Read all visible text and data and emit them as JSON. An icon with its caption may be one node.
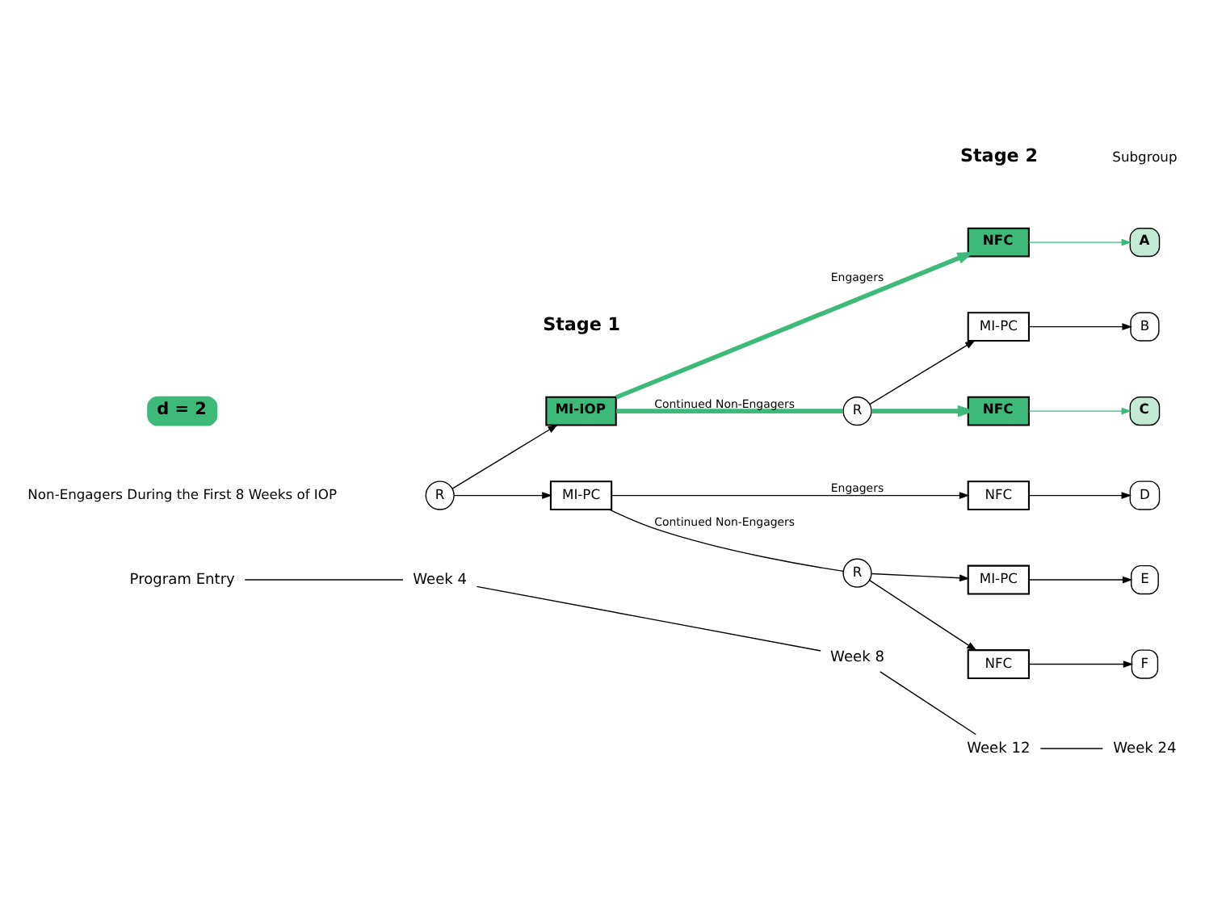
{
  "diagram": {
    "nodes": [
      {
        "text": [
          "R"
        ]
      },
      {
        "text": [
          "MI-IOP"
        ]
      },
      {
        "text": [
          "MI-PC"
        ]
      },
      {
        "text": [
          "R"
        ]
      },
      {
        "text": [
          "NFC"
        ]
      },
      {
        "text": [
          "MI-PC"
        ]
      },
      {
        "text": [
          "NFC"
        ]
      },
      {
        "text": [
          "NFC"
        ]
      },
      {
        "text": [
          "R"
        ]
      },
      {
        "text": [
          "MI-PC"
        ]
      },
      {
        "text": [
          "NFC"
        ]
      },
      {
        "text": [
          "A"
        ]
      },
      {
        "text": [
          "B"
        ]
      },
      {
        "text": [
          "C"
        ]
      },
      {
        "text": [
          "D"
        ]
      },
      {
        "text": [
          "E"
        ]
      },
      {
        "text": [
          "F"
        ]
      },
      {
        "text": [
          "Program Entry"
        ]
      },
      {
        "text": [
          "Week 4"
        ]
      },
      {
        "text": [
          "Week 8"
        ]
      },
      {
        "text": [
          "Week 12"
        ]
      },
      {
        "text": [
          "Week 24"
        ]
      }
    ],
    "edges": [
      {
        "from": 0,
        "to": 1,
        "arrow": "to"
      },
      {
        "from": 0,
        "to": 2,
        "arrow": "to"
      },
      {
        "from": 1,
        "to": 4,
        "arrow": "to",
        "label": "Engagers",
        "style": "thick",
        "color": "#3dba7a"
      },
      {
        "from": 1,
        "to": 3,
        "arrow": "none",
        "label": "Continued Non-Engagers",
        "style": "thick",
        "color": "#3dba7a"
      },
      {
        "from": 3,
        "to": 5,
        "arrow": "to"
      },
      {
        "from": 3,
        "to": 6,
        "arrow": "to",
        "style": "thick",
        "color": "#3dba7a"
      },
      {
        "from": 4,
        "to": 11,
        "arrow": "to",
        "color": "#3dba7a"
      },
      {
        "from": 5,
        "to": 12,
        "arrow": "to"
      },
      {
        "from": 6,
        "to": 13,
        "arrow": "to",
        "color": "#3dba7a"
      },
      {
        "from": 2,
        "to": 7,
        "arrow": "to",
        "label": "Engagers"
      },
      {
        "from": 2,
        "to": 8,
        "arrow": "none",
        "label": "Continued Non-Engagers"
      },
      {
        "from": 8,
        "to": 9,
        "arrow": "to"
      },
      {
        "from": 8,
        "to": 10,
        "arrow": "to"
      },
      {
        "from": 7,
        "to": 14,
        "arrow": "to"
      },
      {
        "from": 9,
        "to": 15,
        "arrow": "to"
      },
      {
        "from": 10,
        "to": 16,
        "arrow": "to"
      },
      {
        "from": 17,
        "to": 18,
        "arrow": "none"
      },
      {
        "from": 18,
        "to": 19,
        "arrow": "none"
      },
      {
        "from": 19,
        "to": 20,
        "arrow": "none"
      },
      {
        "from": 20,
        "to": 21,
        "arrow": "none"
      }
    ],
    "labels": [
      "d = 2",
      "Stage 1",
      "Stage 2",
      "Subgroup",
      "Non-Engagers During the First 8 Weeks of IOP"
    ]
  }
}
